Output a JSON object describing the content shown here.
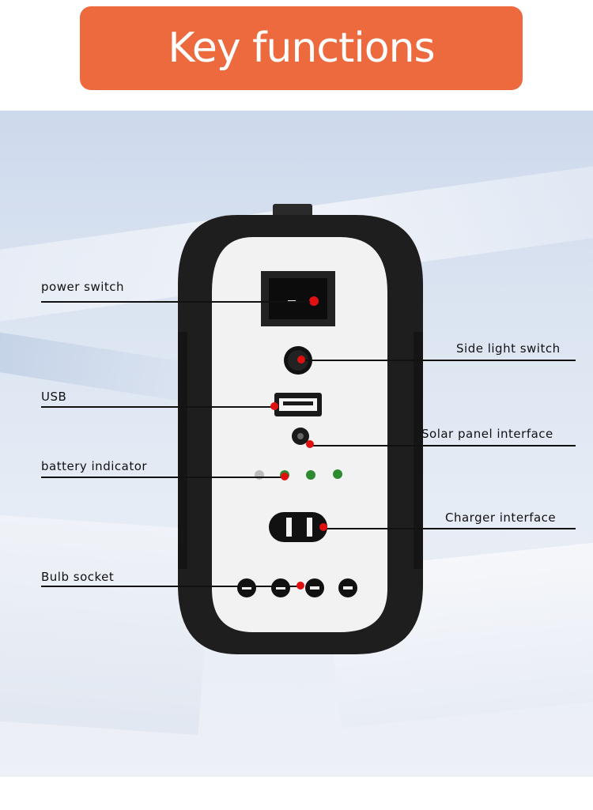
{
  "banner": {
    "title": "Key functions",
    "color": "#ec6a3e"
  },
  "labels": {
    "power_switch": "power switch",
    "side_light_switch": "Side light switch",
    "usb": "USB",
    "solar_panel_interface": "Solar panel interface",
    "battery_indicator": "battery indicator",
    "charger_interface": "Charger interface",
    "bulb_socket": "Bulb socket"
  },
  "colors": {
    "marker": "#e01010",
    "device_body": "#1e1e1e",
    "panel": "#f2f2f2"
  }
}
